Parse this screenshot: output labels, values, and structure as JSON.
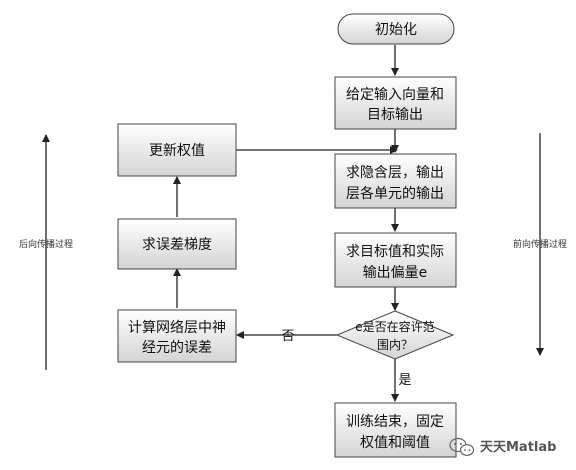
{
  "nodes": {
    "init": "初始化",
    "given_io": [
      "给定输入向量和",
      "目标输出"
    ],
    "hidden_output": [
      "求隐含层，输出",
      "层各单元的输出"
    ],
    "deviation": [
      "求目标值和实际",
      "输出偏量e"
    ],
    "decision": [
      "e是否在容许范",
      "围内？"
    ],
    "finish": [
      "训练结束，固定",
      "权值和阈值"
    ],
    "compute_error": [
      "计算网络层中神",
      "经元的误差"
    ],
    "gradient": "求误差梯度",
    "update_weights": "更新权值"
  },
  "edge_labels": {
    "no": "否",
    "yes": "是"
  },
  "side_labels": {
    "backward": "后向传播过程",
    "forward": "前向传播过程"
  },
  "watermark": "天天Matlab"
}
